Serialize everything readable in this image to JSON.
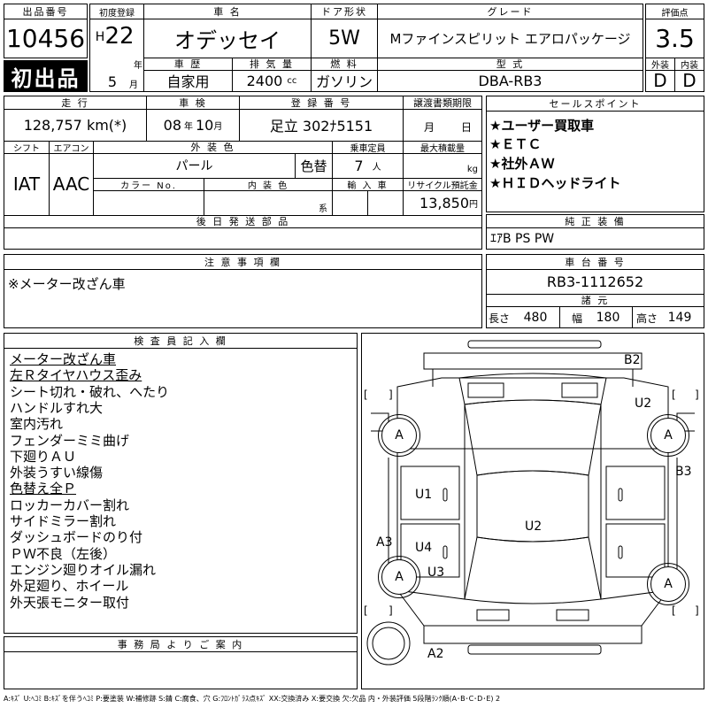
{
  "header": {
    "lot_no_label": "出品番号",
    "lot_no": "10456",
    "first_listing": "初出品",
    "first_reg_label": "初度登録",
    "era": "H",
    "year": "22",
    "year_unit": "年",
    "month": "5",
    "month_unit": "月",
    "car_name_label": "車 名",
    "car_name": "オデッセイ",
    "door_label": "ドア形状",
    "door": "5W",
    "grade_label": "グレード",
    "grade": "Mファインスピリット エアロパッケージ",
    "score_label": "評価点",
    "score": "3.5",
    "history_label": "車 歴",
    "history": "自家用",
    "displacement_label": "排 気 量",
    "displacement": "2400",
    "displacement_unit": "cc",
    "fuel_label": "燃 料",
    "fuel": "ガソリン",
    "model_label": "型 式",
    "model": "DBA-RB3",
    "exterior_label": "外装",
    "interior_label": "内装",
    "exterior_grade": "D",
    "interior_grade": "D"
  },
  "row2": {
    "mileage_label": "走 行",
    "mileage": "128,757",
    "mileage_unit": "km(*)",
    "inspection_label": "車 検",
    "insp_year": "08",
    "insp_year_unit": "年",
    "insp_month": "10",
    "insp_month_unit": "月",
    "reg_no_label": "登 録 番 号",
    "reg_no": "足立 302ﾅ5151",
    "transfer_label": "譲渡書類期限",
    "transfer_month_unit": "月",
    "transfer_day_unit": "日",
    "shift_label": "シフト",
    "aircon_label": "エアコン",
    "shift": "IAT",
    "aircon": "AAC",
    "color_label": "外 装 色",
    "color": "パール",
    "repaint_label": "色替",
    "capacity_label": "乗車定員",
    "capacity": "7",
    "capacity_unit": "人",
    "load_label": "最大積載量",
    "load_unit": "kg",
    "color_no_label": "カラー No.",
    "interior_color_label": "内 装 色",
    "interior_color_unit": "系",
    "import_label": "輸 入 車",
    "recycle_label": "リサイクル預託金",
    "recycle": "13,850",
    "recycle_unit": "円",
    "later_parts_label": "後 日 発 送 部 品"
  },
  "sales_points": {
    "label": "セールスポイント",
    "items": [
      "★ユーザー買取車",
      "★ＥＴＣ",
      "★社外ＡＷ",
      "★ＨＩＤヘッドライト"
    ]
  },
  "equipment": {
    "label": "純 正 装 備",
    "value": "ｴｱB PS PW"
  },
  "notes": {
    "label": "注 意 事 項 欄",
    "value": "※メーター改ざん車"
  },
  "chassis": {
    "label": "車 台 番 号",
    "value": "RB3-1112652",
    "spec_label": "諸 元",
    "length_label": "長さ",
    "length": "480",
    "width_label": "幅",
    "width": "180",
    "height_label": "高さ",
    "height": "149"
  },
  "inspector": {
    "label": "検 査 員 記 入 欄",
    "items": [
      {
        "text": "メーター改ざん車",
        "underline": true
      },
      {
        "text": "左Ｒタイヤハウス歪み",
        "underline": true
      },
      {
        "text": "シート切れ・破れ、へたり",
        "underline": false
      },
      {
        "text": "ハンドルすれ大",
        "underline": false
      },
      {
        "text": "室内汚れ",
        "underline": false
      },
      {
        "text": "フェンダーミミ曲げ",
        "underline": false
      },
      {
        "text": "下廻りＡＵ",
        "underline": false
      },
      {
        "text": "外装うすい線傷",
        "underline": false
      },
      {
        "text": "色替え全Ｐ",
        "underline": true
      },
      {
        "text": "ロッカーカバー割れ",
        "underline": false
      },
      {
        "text": "サイドミラー割れ",
        "underline": false
      },
      {
        "text": "ダッシュボードのり付",
        "underline": false
      },
      {
        "text": "ＰＷ不良（左後）",
        "underline": false
      },
      {
        "text": "エンジン廻りオイル漏れ",
        "underline": false
      },
      {
        "text": "外足廻り、ホイール",
        "underline": false
      },
      {
        "text": "外天張モニター取付",
        "underline": false
      }
    ]
  },
  "office": {
    "label": "事 務 局 よ り ご 案 内"
  },
  "diagram": {
    "labels": {
      "b2": "B2",
      "u2_top": "U2",
      "b3": "B3",
      "u1": "U1",
      "u2_center": "U2",
      "a3": "A3",
      "u4": "U4",
      "u3": "U3",
      "a2": "A2"
    },
    "tire_label": "A",
    "bracket_left": "[",
    "bracket_right": "]"
  },
  "legend": "A:ｷｽﾞ U:ﾍｺﾐ B:ｷｽﾞを伴うﾍｺﾐ P:要塗装 W:補修跡 S:錆 C:腐食、穴 G:ﾌﾛﾝﾄｶﾞﾗｽ点ｷｽﾞ XX:交換済み X:要交換 欠:欠品 内・外装評価 5段階ﾗﾝｸ順(A･B･C･D･E) 2"
}
